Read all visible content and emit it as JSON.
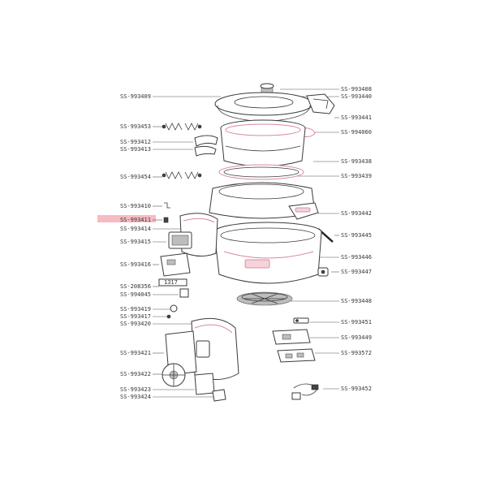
{
  "diagram": {
    "highlight_color": "#f3a6ae",
    "label_color": "#333333",
    "labels_left": [
      {
        "code": "SS-993409",
        "name": "label-ss-993409"
      },
      {
        "code": "SS-993453",
        "name": "label-ss-993453"
      },
      {
        "code": "SS-993412",
        "name": "label-ss-993412"
      },
      {
        "code": "SS-993413",
        "name": "label-ss-993413"
      },
      {
        "code": "SS-993454",
        "name": "label-ss-993454"
      },
      {
        "code": "SS-993410",
        "name": "label-ss-993410"
      },
      {
        "code": "SS-993411",
        "name": "label-ss-993411",
        "highlighted": true
      },
      {
        "code": "SS-993414",
        "name": "label-ss-993414"
      },
      {
        "code": "SS-993415",
        "name": "label-ss-993415"
      },
      {
        "code": "SS-993416",
        "name": "label-ss-993416"
      },
      {
        "code": "SS-208356",
        "name": "label-ss-208356"
      },
      {
        "code": "SS-994045",
        "name": "label-ss-994045"
      },
      {
        "code": "SS-993419",
        "name": "label-ss-993419"
      },
      {
        "code": "SS-993417",
        "name": "label-ss-993417"
      },
      {
        "code": "SS-993420",
        "name": "label-ss-993420"
      },
      {
        "code": "SS-993421",
        "name": "label-ss-993421"
      },
      {
        "code": "SS-993422",
        "name": "label-ss-993422"
      },
      {
        "code": "SS-993423",
        "name": "label-ss-993423"
      },
      {
        "code": "SS-993424",
        "name": "label-ss-993424"
      }
    ],
    "labels_right": [
      {
        "code": "SS-993408",
        "name": "label-ss-993408"
      },
      {
        "code": "SS-993440",
        "name": "label-ss-993440"
      },
      {
        "code": "SS-993441",
        "name": "label-ss-993441"
      },
      {
        "code": "SS-994060",
        "name": "label-ss-994060"
      },
      {
        "code": "SS-993438",
        "name": "label-ss-993438"
      },
      {
        "code": "SS-993439",
        "name": "label-ss-993439"
      },
      {
        "code": "SS-993442",
        "name": "label-ss-993442"
      },
      {
        "code": "SS-993445",
        "name": "label-ss-993445"
      },
      {
        "code": "SS-993446",
        "name": "label-ss-993446"
      },
      {
        "code": "SS-993447",
        "name": "label-ss-993447"
      },
      {
        "code": "SS-993448",
        "name": "label-ss-993448"
      },
      {
        "code": "SS-993451",
        "name": "label-ss-993451"
      },
      {
        "code": "SS-993449",
        "name": "label-ss-993449"
      },
      {
        "code": "SS-993572",
        "name": "label-ss-993572"
      },
      {
        "code": "SS-993452",
        "name": "label-ss-993452"
      }
    ],
    "control_panel_text": "1317"
  }
}
